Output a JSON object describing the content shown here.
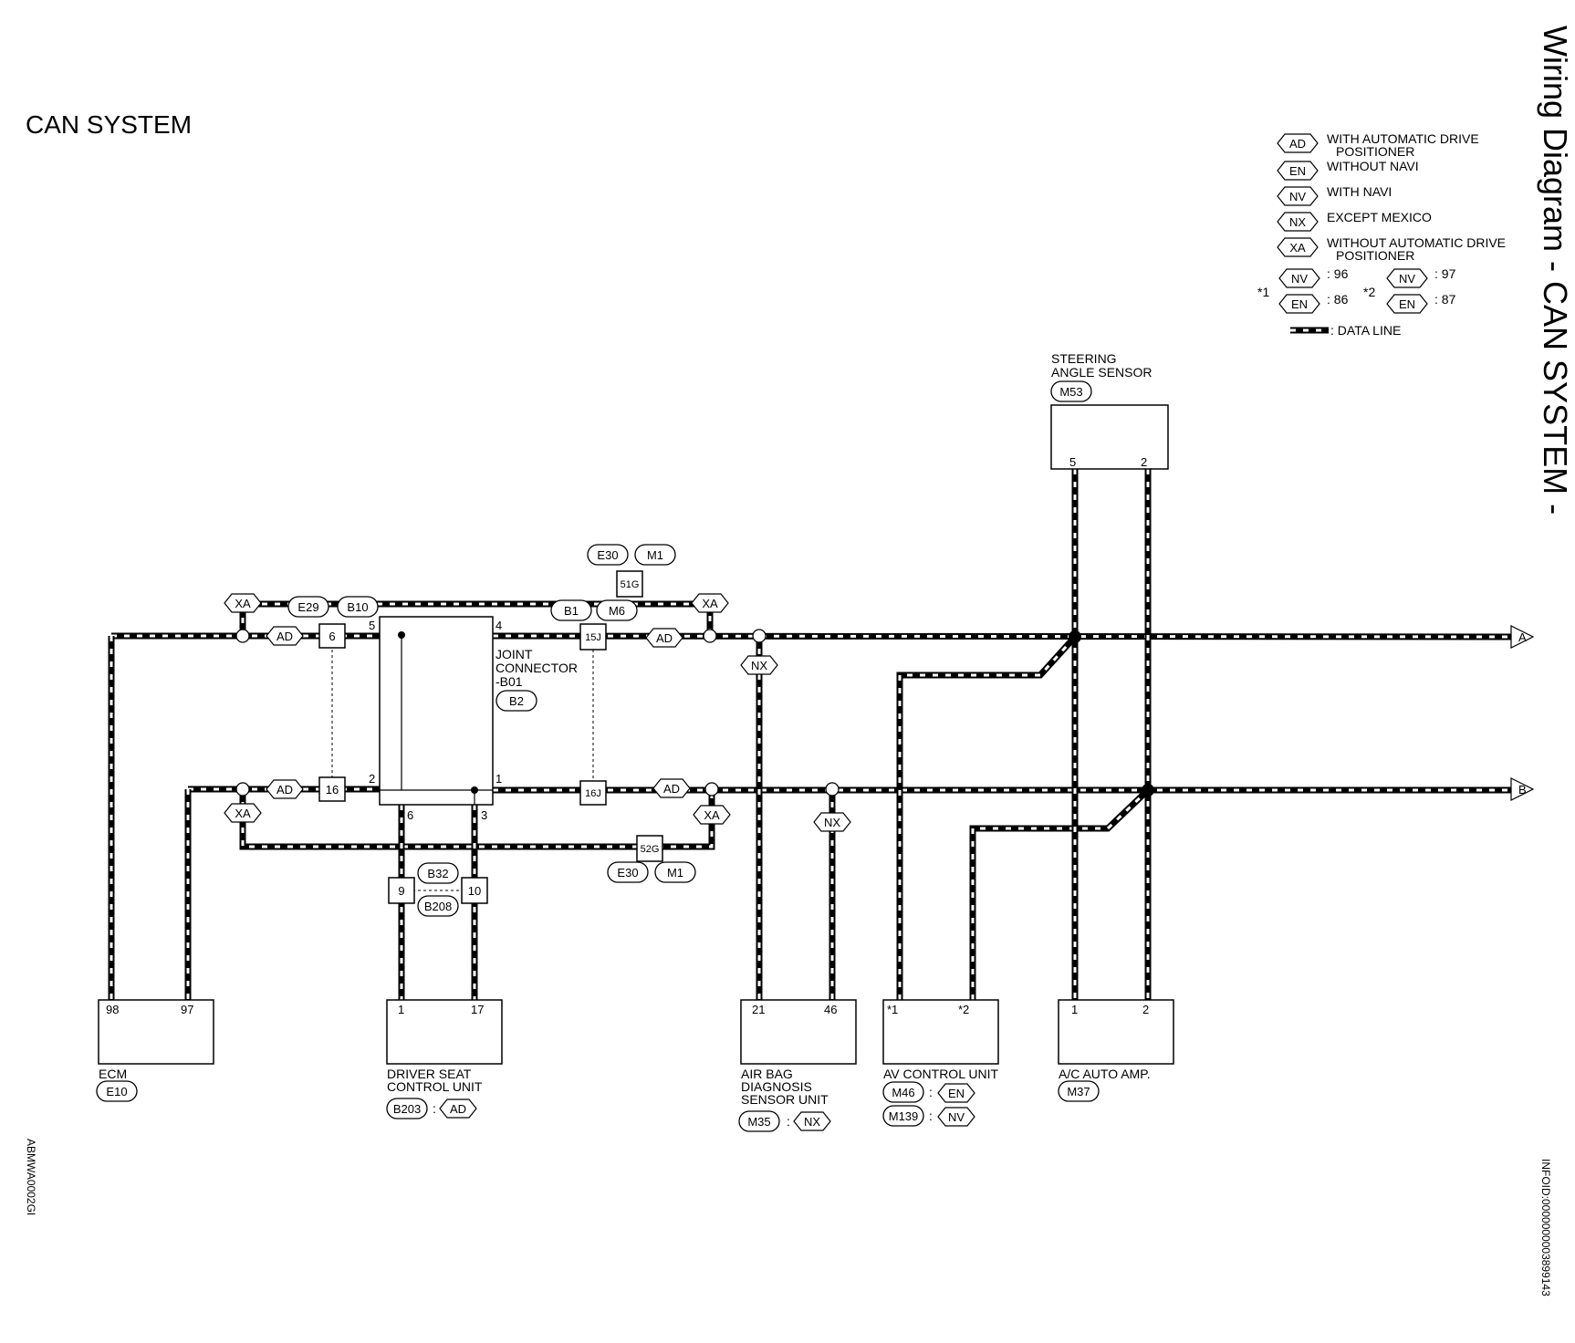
{
  "title": "CAN SYSTEM",
  "side_title": "Wiring Diagram - CAN SYSTEM -",
  "left_code": "ABMWA0002GI",
  "right_code": "INFOID:0000000003899143",
  "legend": {
    "AD": "WITH AUTOMATIC DRIVE",
    "AD_cont": "POSITIONER",
    "EN": "WITHOUT NAVI",
    "NV": "WITH NAVI",
    "NX": "EXCEPT MEXICO",
    "XA": "WITHOUT AUTOMATIC DRIVE",
    "XA_cont": "POSITIONER",
    "star1": "*1",
    "star2": "*2",
    "nv96": ": 96",
    "en86": ": 86",
    "nv97": ": 97",
    "en87": ": 87",
    "data_line": ": DATA LINE"
  },
  "tags": {
    "AD": "AD",
    "EN": "EN",
    "NV": "NV",
    "NX": "NX",
    "XA": "XA"
  },
  "connectors": {
    "E30": "E30",
    "M1": "M1",
    "E29": "E29",
    "B10": "B10",
    "B1": "B1",
    "M6": "M6",
    "B2": "B2",
    "B32": "B32",
    "B208": "B208",
    "E10": "E10",
    "B203": "B203",
    "M35": "M35",
    "M46": "M46",
    "M139": "M139",
    "M37": "M37",
    "M53": "M53"
  },
  "splices": {
    "s6": "6",
    "s16": "16",
    "s15j": "15J",
    "s16j": "16J",
    "s51g": "51G",
    "s52g": "52G",
    "s9": "9",
    "s10": "10"
  },
  "joint": {
    "label1": "JOINT",
    "label2": "CONNECTOR",
    "label3": "-B01",
    "p5": "5",
    "p4": "4",
    "p2": "2",
    "p1": "1",
    "p6": "6",
    "p3": "3"
  },
  "steering": {
    "label1": "STEERING",
    "label2": "ANGLE SENSOR",
    "p5": "5",
    "p2": "2"
  },
  "components": {
    "ecm": {
      "name": "ECM",
      "p1": "98",
      "p2": "97"
    },
    "driver_seat": {
      "name1": "DRIVER SEAT",
      "name2": "CONTROL UNIT",
      "p1": "1",
      "p2": "17",
      "colon": ":"
    },
    "airbag": {
      "name1": "AIR BAG",
      "name2": "DIAGNOSIS",
      "name3": "SENSOR UNIT",
      "p1": "21",
      "p2": "46",
      "colon": ":"
    },
    "av": {
      "name": "AV CONTROL UNIT",
      "p1": "*1",
      "p2": "*2",
      "colon": ":"
    },
    "ac": {
      "name": "A/C AUTO AMP.",
      "p1": "1",
      "p2": "2"
    }
  },
  "bus": {
    "a": "A",
    "b": "B"
  }
}
